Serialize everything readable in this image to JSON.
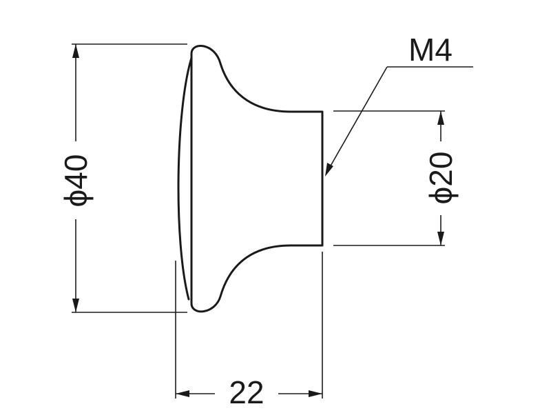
{
  "drawing": {
    "diameter_head": "ϕ40",
    "diameter_base": "ϕ20",
    "length": "22",
    "thread": "M4"
  },
  "colors": {
    "line": "#1a1a1a",
    "background": "#ffffff"
  }
}
